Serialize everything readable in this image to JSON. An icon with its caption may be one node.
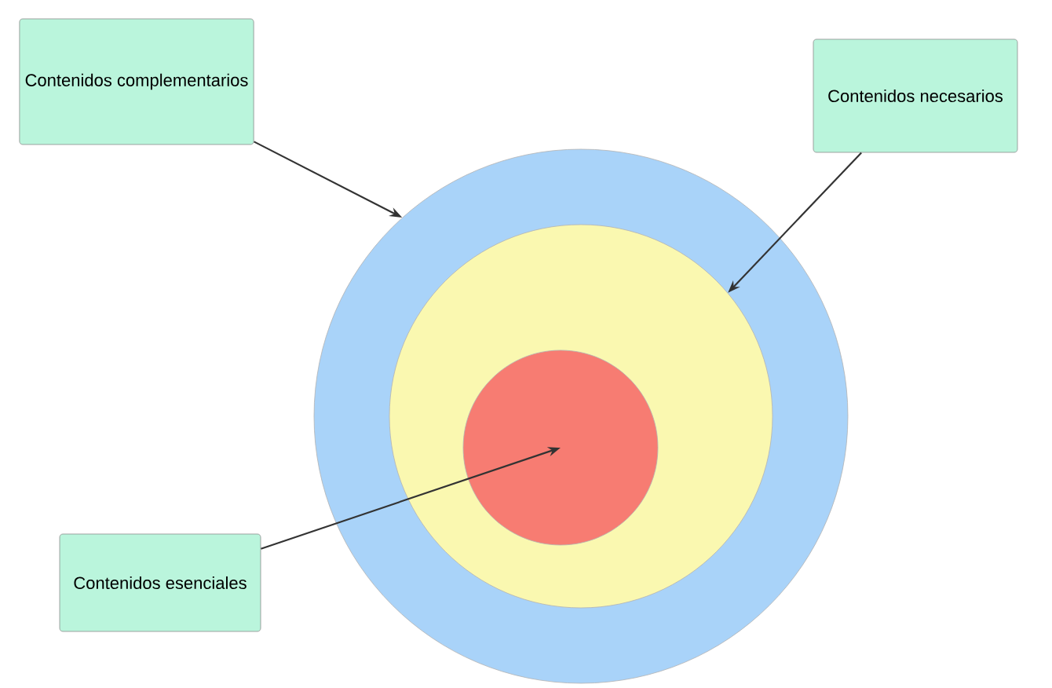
{
  "diagram": {
    "nodes": [
      {
        "text": [
          "Contenidos complementarios"
        ]
      },
      {
        "text": [
          "Contenidos necesarios"
        ]
      },
      {
        "text": [],
        "shape": "circle"
      },
      {
        "text": [],
        "shape": "circle",
        "in": 2
      },
      {
        "text": [],
        "shape": "circle",
        "in": 3
      },
      {
        "text": [
          "Contenidos esenciales"
        ]
      }
    ],
    "edges": [
      {
        "from": 0,
        "to": 2,
        "arrow": "to"
      },
      {
        "from": 1,
        "to": 3,
        "arrow": "to"
      },
      {
        "from": 5,
        "to": 4,
        "arrow": "to"
      }
    ]
  }
}
